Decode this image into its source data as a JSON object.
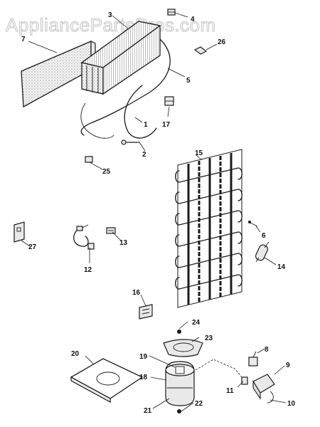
{
  "watermark": "AppliancePartsPros.com",
  "callouts": {
    "p1": "1",
    "p2": "2",
    "p3": "3",
    "p4": "4",
    "p5": "5",
    "p6": "6",
    "p7": "7",
    "p8": "8",
    "p9": "9",
    "p10": "10",
    "p11": "11",
    "p12": "12",
    "p13": "13",
    "p14": "14",
    "p15": "15",
    "p16": "16",
    "p17": "17",
    "p18": "18",
    "p19": "19",
    "p20": "20",
    "p21": "21",
    "p22": "22",
    "p23": "23",
    "p24": "24",
    "p25": "25",
    "p26": "26",
    "p27": "27"
  }
}
